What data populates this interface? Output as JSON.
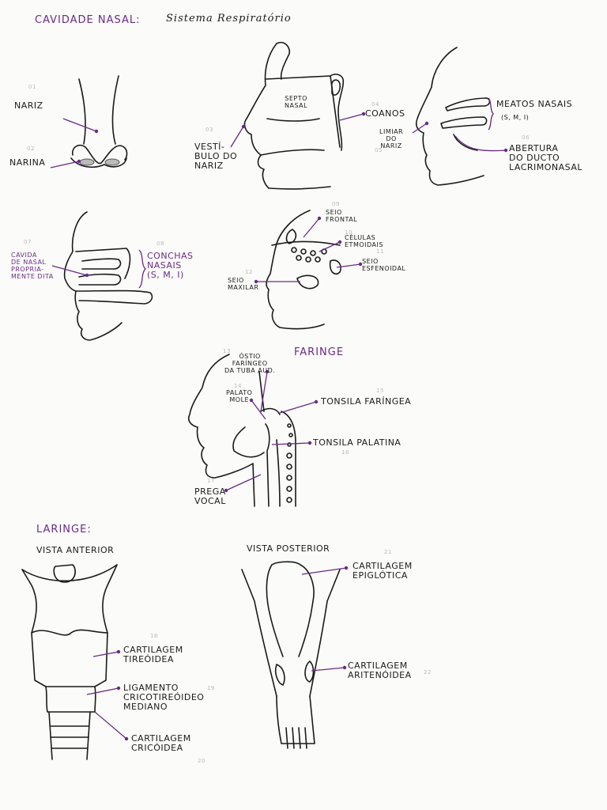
{
  "header": {
    "title_left": "CAVIDADE NASAL:",
    "title_right": "Sistema Respiratório"
  },
  "labels": {
    "nariz": "NARIZ",
    "narina": "NARINA",
    "septo_nasal": "SEPTO\nNASAL",
    "vestibulo": "VESTÍ-\nBULO DO\nNARIZ",
    "coanos": "COANOS",
    "limiar": "LIMIAR\nDO\nNARIZ",
    "meatos": "MEATOS NASAIS",
    "meatos_sub": "(S, M, I)",
    "abertura": "ABERTURA\nDO DUCTO\nLACRIMONASAL",
    "cavidade_propria": "CAVIDA\nDE NASAL\nPROPRIA-\nMENTE DITA",
    "conchas": "CONCHAS\nNASAIS\n(S, M, I)",
    "seio_frontal": "SEIO\nFRONTAL",
    "celulas": "CÉLULAS\nETMOIDAIS",
    "seio_esfenoidal": "SEIO\nESFENOIDAL",
    "seio_maxilar": "SEIO\nMAXILAR",
    "faringe": "FARINGE",
    "ostio": "ÓSTIO\nFARÍNGEO\nDA TUBA AUD.",
    "palato_mole": "PALATO\nMOLE",
    "tonsila_faringea": "TONSILA FARÍNGEA",
    "tonsila_palatina": "TONSILA PALATINA",
    "prega_vocal": "PREGA\nVOCAL",
    "laringe": "LARINGE:",
    "vista_anterior": "VISTA ANTERIOR",
    "vista_posterior": "VISTA POSTERIOR",
    "cart_tireoidea": "CARTILAGEM\nTIREÓIDEA",
    "ligamento": "LIGAMENTO\nCRICOTIREÓIDEO\nMEDIANO",
    "cart_cricoidea": "CARTILAGEM\nCRICÓIDEA",
    "cart_epiglotica": "CARTILAGEM\nEPIGLÓTICA",
    "cart_aritenoidea": "CARTILAGEM\nARITENÓIDEA"
  },
  "faint_numbers": [
    "01",
    "02",
    "03",
    "04",
    "05",
    "06",
    "07",
    "08",
    "09",
    "10",
    "11",
    "12",
    "13",
    "14",
    "15",
    "16",
    "17",
    "18",
    "19",
    "20",
    "21",
    "22"
  ],
  "colors": {
    "ink": "#1a1a1a",
    "purple": "#6a2a86",
    "faint": "#c4c4c4"
  }
}
